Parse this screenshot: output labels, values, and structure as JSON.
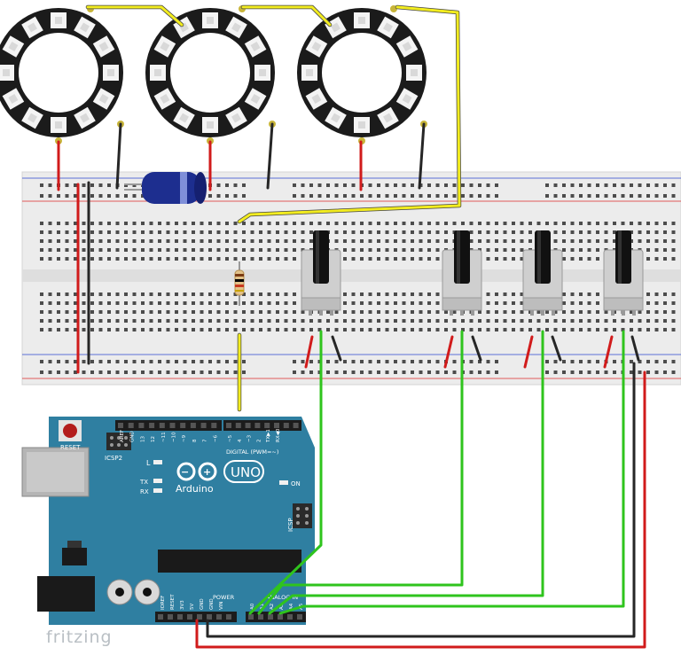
{
  "watermark": "fritzing",
  "board": {
    "brand": "Arduino",
    "model": "UNO",
    "reset_label": "RESET",
    "icsp2_label": "ICSP2",
    "icsp_label": "ICSP",
    "on_label": "ON",
    "l_label": "L",
    "tx_label": "TX",
    "rx_label": "RX",
    "digital_label": "DIGITAL (PWM=~)",
    "power_label": "POWER",
    "analog_label": "ANALOG IN",
    "top_pins": [
      "AREF",
      "GND",
      "13",
      "12",
      "~11",
      "~10",
      "~9",
      "8",
      "7",
      "~6",
      "~5",
      "4",
      "~3",
      "2",
      "TX▶1",
      "RX◀0"
    ],
    "power_pins": [
      "IOREF",
      "RESET",
      "3V3",
      "5V",
      "GND",
      "GND",
      "VIN"
    ],
    "analog_pins": [
      "A0",
      "A1",
      "A2",
      "A3",
      "A4",
      "A5"
    ]
  },
  "colors": {
    "board": "#2f7fa1",
    "board_dark": "#1f5f7c",
    "wire_red": "#d11b1b",
    "wire_black": "#262626",
    "wire_yellow": "#f2ec1f",
    "wire_green": "#2fc41d",
    "breadboard": "#e9e9e9",
    "rail_red": "#e05a5a",
    "rail_blue": "#5b6fd6",
    "ring": "#1b1b1b",
    "capacitor": "#1d2e8f"
  },
  "components": {
    "neopixel_rings": 3,
    "potentiometers": 4,
    "resistor": 1,
    "capacitor": 1
  }
}
